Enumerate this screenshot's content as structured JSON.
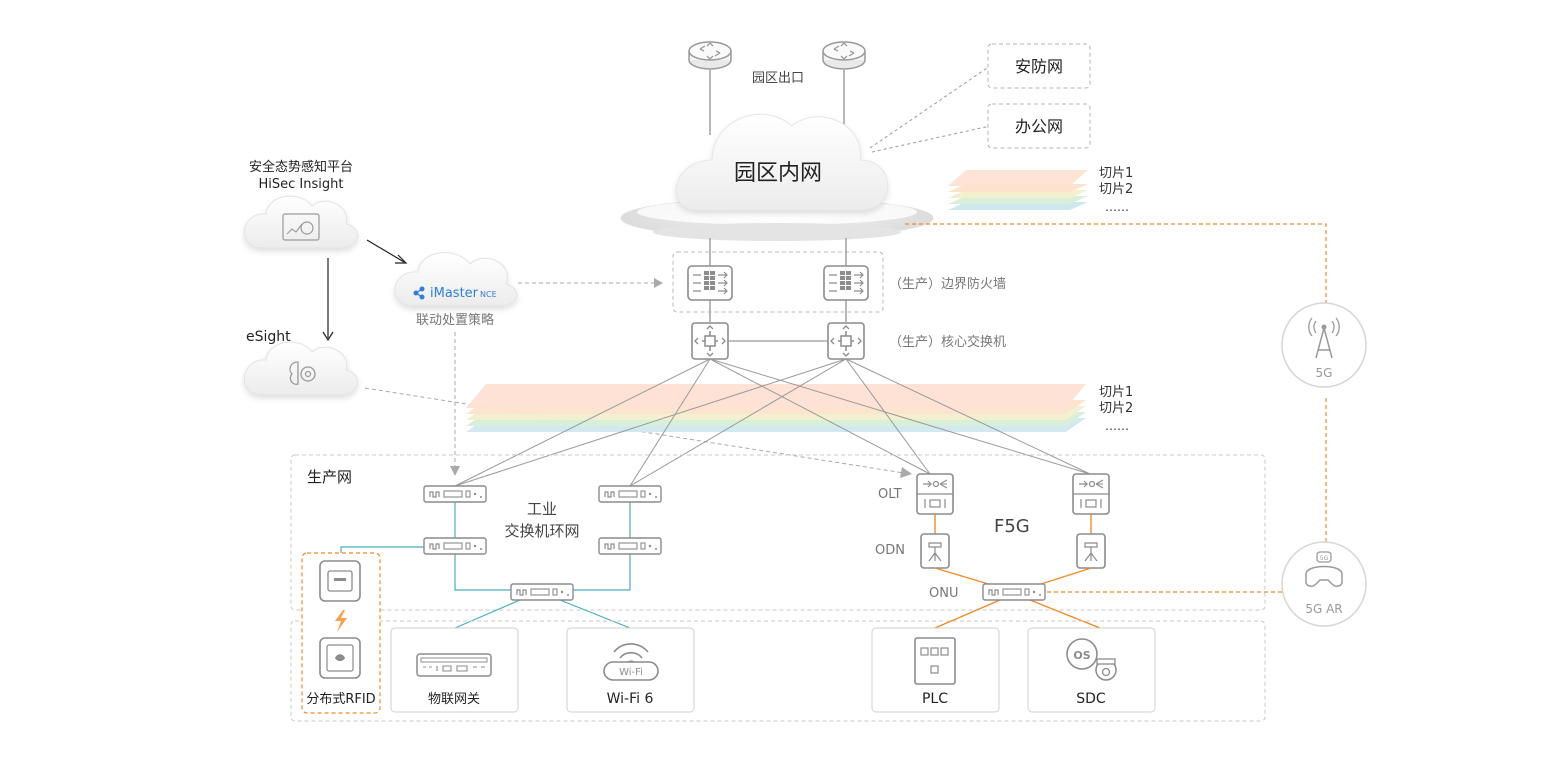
{
  "labels": {
    "exit": "园区出口",
    "cloud_main": "园区内网",
    "security_net": "安防网",
    "office_net": "办公网",
    "slice1": "切片1",
    "slice2": "切片2",
    "ellipsis": "……",
    "hisec_line1": "安全态势感知平台",
    "hisec_line2": "HiSec Insight",
    "imaster_brand": "iMaster",
    "imaster_sub": "NCE",
    "imaster_caption": "联动处置策略",
    "esight": "eSight",
    "firewall": "（生产）边界防火墙",
    "core_switch": "（生产）核心交换机",
    "production_net": "生产网",
    "industrial_line1": "工业",
    "industrial_line2": "交换机环网",
    "olt": "OLT",
    "odn": "ODN",
    "onu": "ONU",
    "f5g": "F5G",
    "fiveg": "5G",
    "fiveg_ar": "5G AR",
    "rfid": "分布式RFID",
    "iot_gateway": "物联网关",
    "wifi6": "Wi-Fi 6",
    "wifi_badge": "Wi-Fi",
    "plc": "PLC",
    "sdc": "SDC",
    "os_badge": "OS"
  },
  "colors": {
    "gray_line": "#9a9a9a",
    "dash_gray": "#b0b0b0",
    "orange": "#f08a2b",
    "teal": "#49aebd",
    "icon_gray": "#8c8c8c",
    "text_dark": "#222222",
    "text_muted": "#777777"
  }
}
